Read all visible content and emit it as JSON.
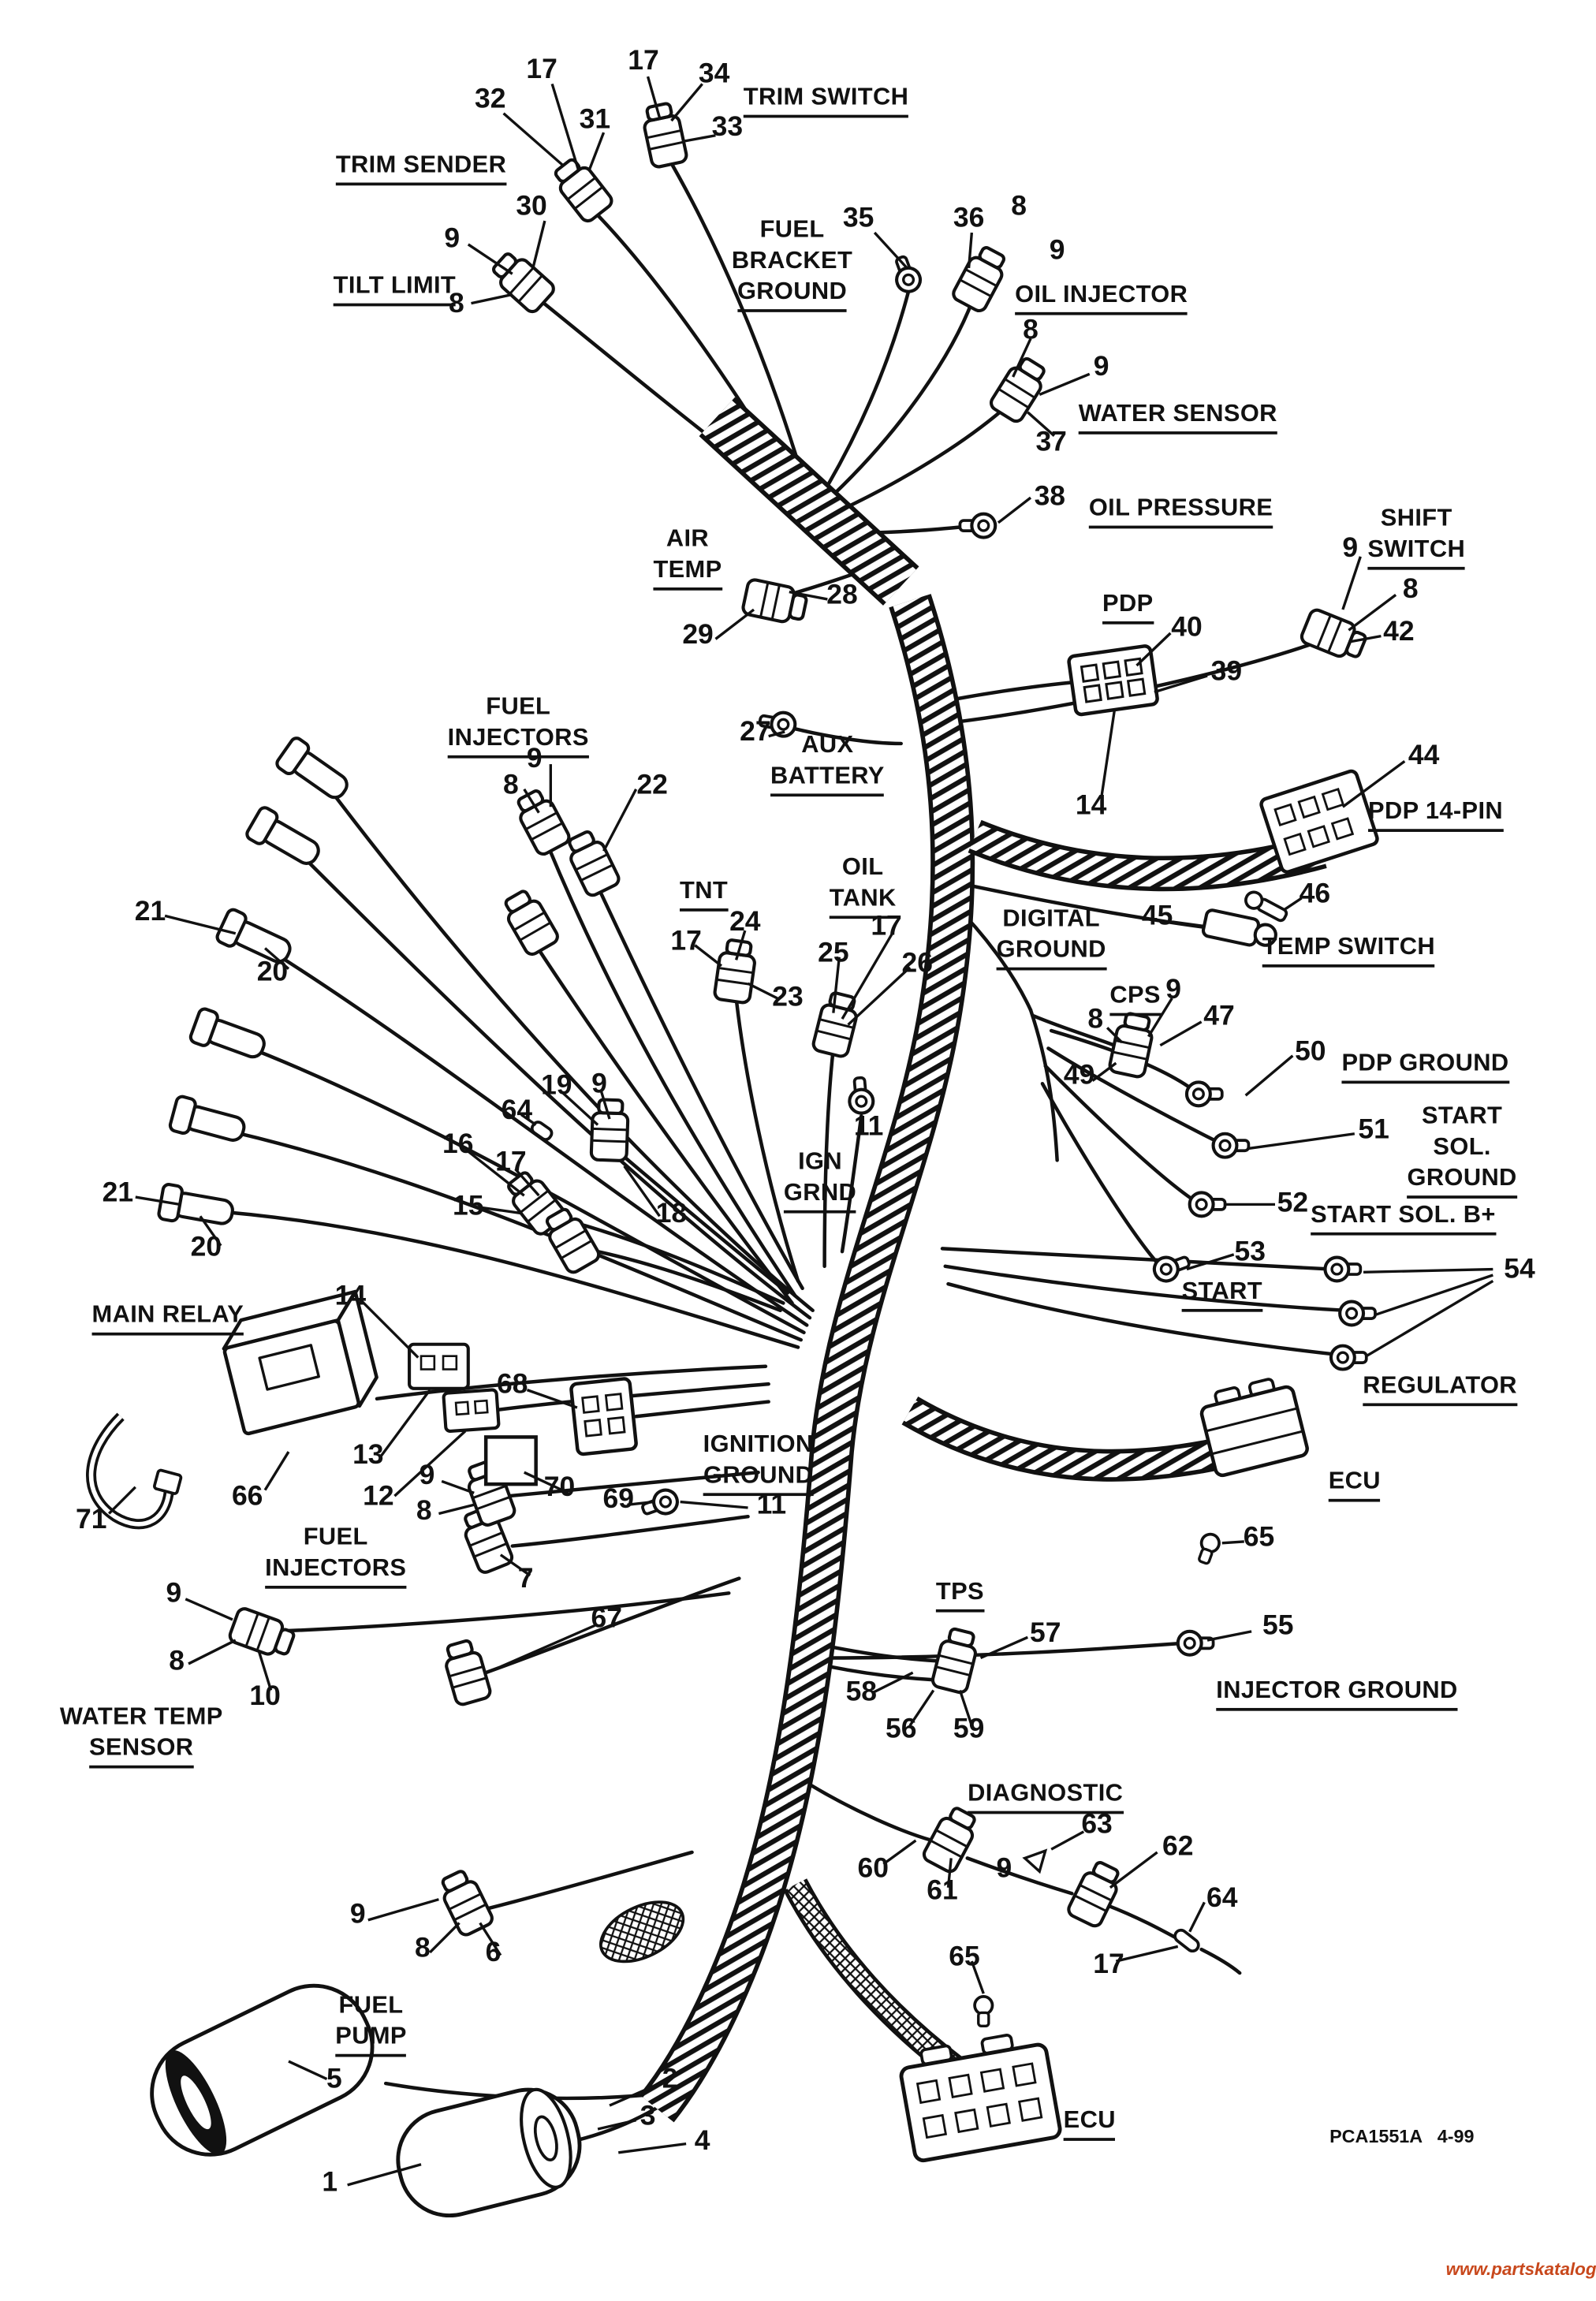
{
  "labels": {
    "trim_switch": {
      "main": "TRIM SWITCH"
    },
    "trim_sender": {
      "main": "TRIM SENDER"
    },
    "tilt_limit": {
      "main": "TILT LIMIT"
    },
    "fuel_bracket_ground": {
      "top": "FUEL\nBRACKET",
      "main": "GROUND"
    },
    "oil_injector": {
      "main": "OIL INJECTOR"
    },
    "water_sensor": {
      "main": "WATER SENSOR"
    },
    "oil_pressure": {
      "main": "OIL PRESSURE"
    },
    "shift_switch": {
      "top": "SHIFT",
      "main": "SWITCH"
    },
    "air_temp": {
      "top": "AIR",
      "main": "TEMP"
    },
    "pdp": {
      "main": "PDP"
    },
    "aux_battery": {
      "top": "AUX",
      "main": "BATTERY"
    },
    "pdp_14_pin": {
      "main": "PDP 14-PIN"
    },
    "fuel_injectors_top": {
      "top": "FUEL",
      "main": "INJECTORS"
    },
    "temp_switch": {
      "main": "TEMP SWITCH"
    },
    "digital_ground": {
      "top": "DIGITAL",
      "main": "GROUND"
    },
    "tnt": {
      "main": "TNT"
    },
    "oil_tank": {
      "top": "OIL",
      "main": "TANK"
    },
    "cps": {
      "main": "CPS"
    },
    "pdp_ground": {
      "main": "PDP GROUND"
    },
    "start_sol_ground": {
      "top": "START SOL.",
      "main": "GROUND"
    },
    "start_sol_b_plus": {
      "main": "START SOL. B+"
    },
    "start": {
      "main": "START"
    },
    "ign_grnd": {
      "top": "IGN",
      "main": "GRND"
    },
    "main_relay": {
      "main": "MAIN RELAY"
    },
    "regulator": {
      "main": "REGULATOR"
    },
    "ecu_right": {
      "main": "ECU"
    },
    "ignition_ground": {
      "top": "IGNITION",
      "main": "GROUND"
    },
    "fuel_injectors_left": {
      "top": "FUEL",
      "main": "INJECTORS"
    },
    "water_temp_sensor": {
      "top": "WATER TEMP",
      "main": "SENSOR"
    },
    "tps": {
      "main": "TPS"
    },
    "injector_ground": {
      "main": "INJECTOR GROUND"
    },
    "diagnostic": {
      "main": "DIAGNOSTIC"
    },
    "fuel_pump": {
      "top": "FUEL",
      "main": "PUMP"
    },
    "ecu_bottom": {
      "main": "ECU"
    }
  },
  "callouts": [
    "17",
    "32",
    "31",
    "17",
    "34",
    "33",
    "30",
    "9",
    "8",
    "35",
    "36",
    "8",
    "9",
    "8",
    "9",
    "37",
    "38",
    "9",
    "8",
    "42",
    "28",
    "29",
    "40",
    "39",
    "27",
    "14",
    "44",
    "9",
    "8",
    "22",
    "46",
    "45",
    "21",
    "20",
    "24",
    "17",
    "23",
    "25",
    "17",
    "26",
    "9",
    "8",
    "47",
    "49",
    "50",
    "51",
    "52",
    "53",
    "54",
    "19",
    "9",
    "64",
    "16",
    "17",
    "15",
    "18",
    "11",
    "21",
    "20",
    "14",
    "68",
    "13",
    "12",
    "66",
    "71",
    "70",
    "69",
    "9",
    "8",
    "11",
    "65",
    "7",
    "67",
    "9",
    "8",
    "10",
    "57",
    "58",
    "56",
    "59",
    "55",
    "63",
    "60",
    "61",
    "9",
    "62",
    "64",
    "17",
    "65",
    "9",
    "8",
    "6",
    "5",
    "1",
    "2",
    "3",
    "4"
  ],
  "footer": {
    "part_code": "PCA1551A   4-99",
    "watermark": "www.partskatalog.ru"
  },
  "colors": {
    "line": "#111111",
    "watermark_text": "#c8481c"
  }
}
